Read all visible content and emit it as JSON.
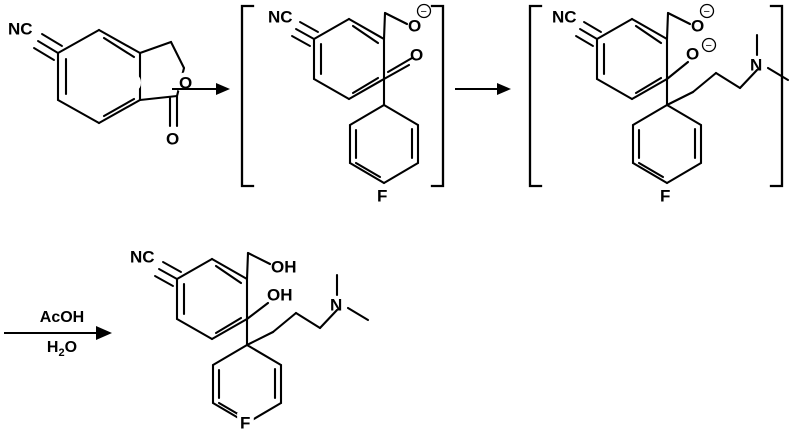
{
  "scheme": {
    "title": "Citalopram diol intermediate synthesis",
    "background_color": "#ffffff",
    "line_color": "#000000",
    "steps": [
      {
        "index": 1,
        "arrow": {
          "name": "reaction-arrow-1",
          "label_above": "",
          "label_below": ""
        }
      },
      {
        "index": 2,
        "arrow": {
          "name": "reaction-arrow-2",
          "label_above": "",
          "label_below": ""
        }
      },
      {
        "index": 3,
        "arrow": {
          "name": "reaction-arrow-3",
          "label_above": "AcOH",
          "label_below_main": "H",
          "label_below_sub": "2",
          "label_below_tail": "O"
        }
      }
    ],
    "structures": [
      {
        "id": "structure-1",
        "name": "5-cyanophthalide",
        "bracketed": false,
        "labels": [
          {
            "name": "nitrile-label",
            "text": "NC"
          },
          {
            "name": "ring-oxygen-label",
            "text": "O"
          },
          {
            "name": "carbonyl-oxygen-label",
            "text": "O"
          }
        ]
      },
      {
        "id": "structure-2",
        "name": "ketone-alkoxide-intermediate",
        "bracketed": true,
        "labels": [
          {
            "name": "nitrile-label",
            "text": "NC"
          },
          {
            "name": "alkoxide-oxygen-label",
            "text": "O"
          },
          {
            "name": "alkoxide-charge",
            "text": "−"
          },
          {
            "name": "ketone-oxygen-label",
            "text": "O"
          },
          {
            "name": "fluorine-label",
            "text": "F"
          }
        ]
      },
      {
        "id": "structure-3",
        "name": "dialkoxide-amine-intermediate",
        "bracketed": true,
        "labels": [
          {
            "name": "nitrile-label",
            "text": "NC"
          },
          {
            "name": "benzylic-alkoxide-oxygen-label",
            "text": "O"
          },
          {
            "name": "benzylic-alkoxide-charge",
            "text": "−"
          },
          {
            "name": "tertiary-alkoxide-oxygen-label",
            "text": "O"
          },
          {
            "name": "tertiary-alkoxide-charge",
            "text": "−"
          },
          {
            "name": "amine-nitrogen-label",
            "text": "N"
          },
          {
            "name": "fluorine-label",
            "text": "F"
          }
        ]
      },
      {
        "id": "structure-4",
        "name": "citalopram-diol-product",
        "bracketed": false,
        "labels": [
          {
            "name": "nitrile-label",
            "text": "NC"
          },
          {
            "name": "primary-hydroxyl-label",
            "text": "OH"
          },
          {
            "name": "tertiary-hydroxyl-label",
            "text": "OH"
          },
          {
            "name": "amine-nitrogen-label",
            "text": "N"
          },
          {
            "name": "fluorine-label",
            "text": "F"
          }
        ]
      }
    ]
  }
}
